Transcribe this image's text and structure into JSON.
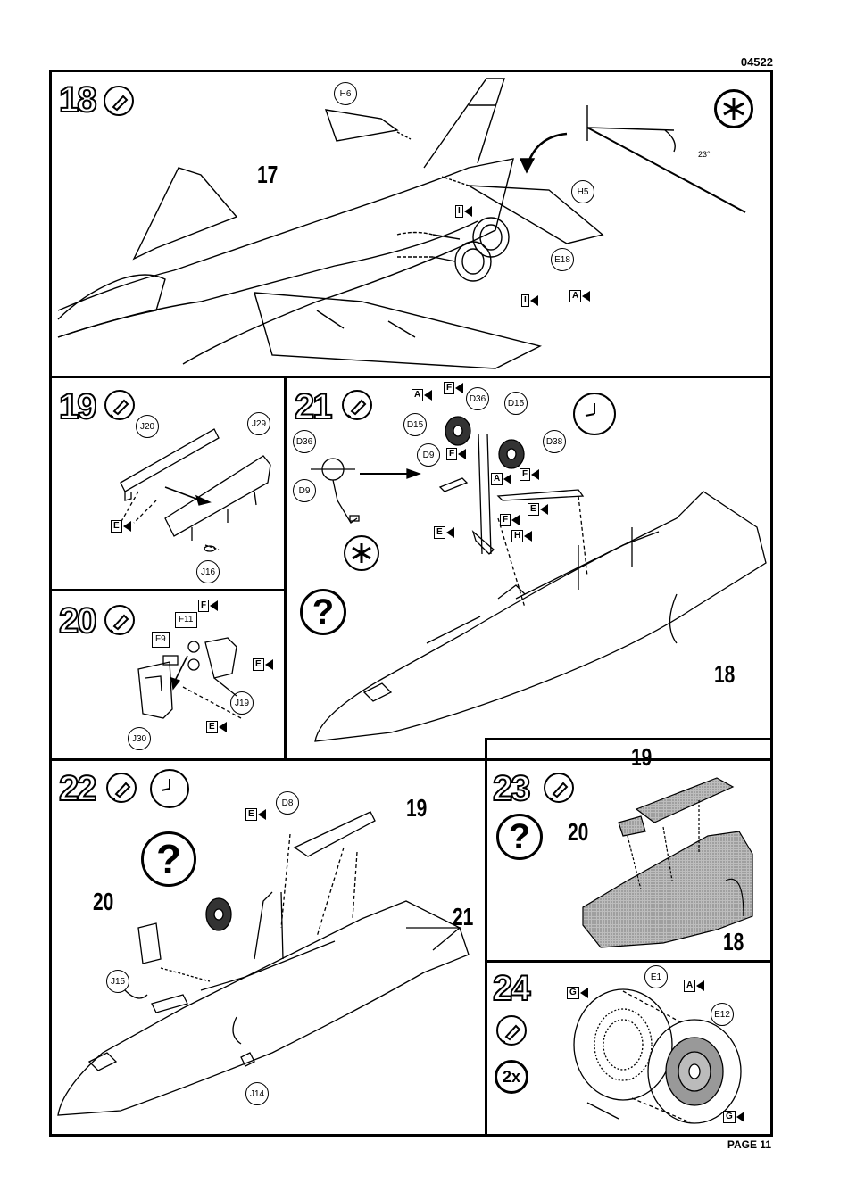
{
  "document": {
    "code": "04522",
    "page": "PAGE 11"
  },
  "steps": [
    {
      "number": "18"
    },
    {
      "number": "19"
    },
    {
      "number": "20"
    },
    {
      "number": "21"
    },
    {
      "number": "22"
    },
    {
      "number": "23"
    },
    {
      "number": "24"
    }
  ],
  "step18": {
    "ref": "17",
    "parts": {
      "h6": "H6",
      "h5": "H5",
      "e18": "E18"
    },
    "angle": "23°",
    "flags": {
      "i1": "I",
      "i2": "I",
      "a": "A"
    }
  },
  "step19": {
    "parts": {
      "j20": "J20",
      "j29": "J29",
      "j16": "J16"
    },
    "flags": {
      "e": "E"
    }
  },
  "step20": {
    "parts": {
      "f9": "F9",
      "f11": "F11",
      "j19": "J19",
      "j30": "J30"
    },
    "flags": {
      "f": "F",
      "e1": "E",
      "e2": "E"
    }
  },
  "step21": {
    "ref": "18",
    "question": "?",
    "parts": {
      "d36a": "D36",
      "d9a": "D9",
      "d36b": "D36",
      "d15a": "D15",
      "d15b": "D15",
      "d9b": "D9",
      "d38": "D38"
    },
    "flags": {
      "a1": "A",
      "f1": "F",
      "f2": "F",
      "a2": "A",
      "f3": "F",
      "e1": "E",
      "f4": "F",
      "h": "H",
      "e2": "E"
    }
  },
  "step22": {
    "ref19": "19",
    "ref20": "20",
    "ref21": "21",
    "question": "?",
    "parts": {
      "d8": "D8",
      "j15": "J15",
      "j14": "J14"
    },
    "flags": {
      "e": "E"
    }
  },
  "step23": {
    "ref19": "19",
    "ref20": "20",
    "ref18": "18",
    "question": "?"
  },
  "step24": {
    "multiplier": "2x",
    "parts": {
      "e1": "E1",
      "e12": "E12"
    },
    "flags": {
      "g1": "G",
      "a": "A",
      "g2": "G"
    }
  }
}
